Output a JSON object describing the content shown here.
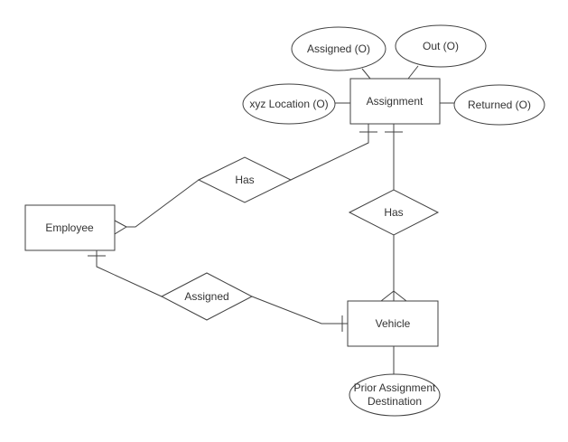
{
  "diagram": {
    "type": "entity-relationship-diagram",
    "colors": {
      "background": "#ffffff",
      "stroke": "#424242",
      "text": "#333333"
    },
    "entities": [
      {
        "id": "employee",
        "label": "Employee",
        "shape": "rectangle"
      },
      {
        "id": "assignment",
        "label": "Assignment",
        "shape": "rectangle"
      },
      {
        "id": "vehicle",
        "label": "Vehicle",
        "shape": "rectangle"
      }
    ],
    "relationships": [
      {
        "id": "has-1",
        "label": "Has",
        "shape": "diamond"
      },
      {
        "id": "has-2",
        "label": "Has",
        "shape": "diamond"
      },
      {
        "id": "assigned",
        "label": "Assigned",
        "shape": "diamond"
      }
    ],
    "attributes": [
      {
        "id": "assigned-o",
        "label": "Assigned (O)",
        "shape": "ellipse",
        "attached_to": "assignment"
      },
      {
        "id": "out-o",
        "label": "Out (O)",
        "shape": "ellipse",
        "attached_to": "assignment"
      },
      {
        "id": "xyz-location-o",
        "label": "xyz Location (O)",
        "shape": "ellipse",
        "attached_to": "assignment"
      },
      {
        "id": "returned-o",
        "label": "Returned (O)",
        "shape": "ellipse",
        "attached_to": "assignment"
      },
      {
        "id": "prior-assignment-destination",
        "label": "Prior Assignment Destination",
        "label_lines": [
          "Prior Assignment",
          "Destination"
        ],
        "shape": "ellipse",
        "attached_to": "vehicle"
      }
    ],
    "connectors": [
      {
        "from": "assigned-o",
        "to": "assignment"
      },
      {
        "from": "out-o",
        "to": "assignment"
      },
      {
        "from": "xyz-location-o",
        "to": "assignment"
      },
      {
        "from": "returned-o",
        "to": "assignment"
      },
      {
        "from": "assignment",
        "to": "has-1",
        "marker": "one",
        "marker_at": "assignment"
      },
      {
        "from": "has-1",
        "to": "employee",
        "marker": "many",
        "marker_at": "employee"
      },
      {
        "from": "assignment",
        "to": "has-2",
        "marker": "one",
        "marker_at": "assignment"
      },
      {
        "from": "has-2",
        "to": "vehicle",
        "marker": "many",
        "marker_at": "vehicle"
      },
      {
        "from": "employee",
        "to": "assigned",
        "marker": "one",
        "marker_at": "employee"
      },
      {
        "from": "assigned",
        "to": "vehicle",
        "marker": "one",
        "marker_at": "vehicle"
      },
      {
        "from": "vehicle",
        "to": "prior-assignment-destination"
      }
    ]
  }
}
